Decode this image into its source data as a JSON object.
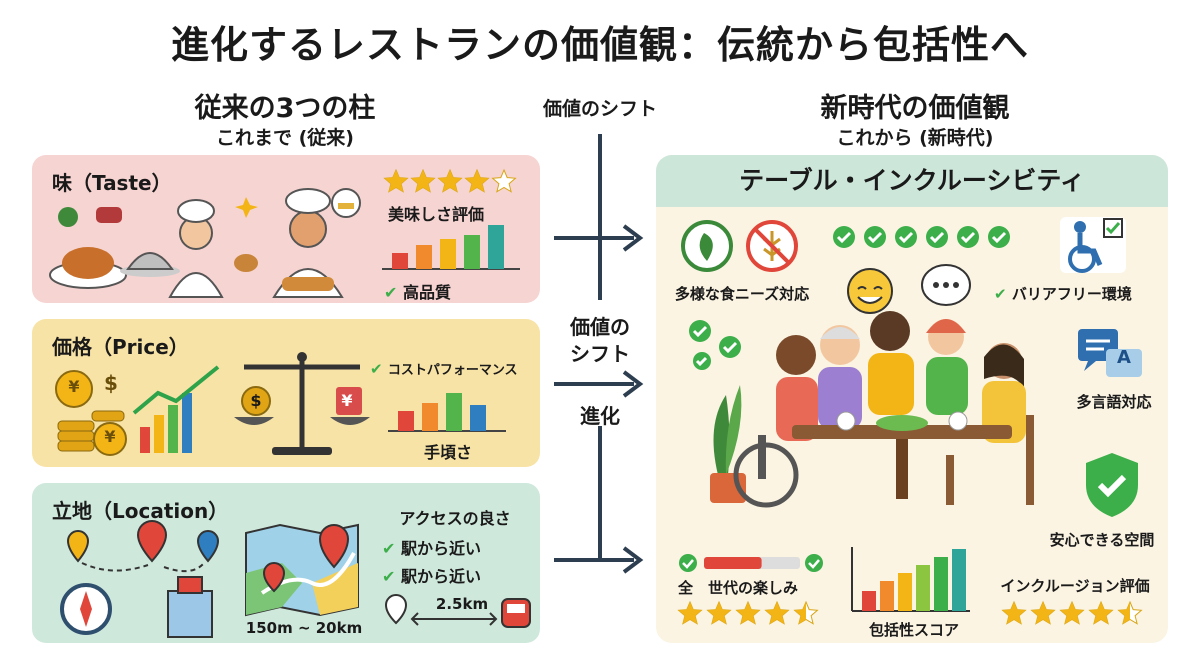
{
  "title": "進化するレストランの価値観：伝統から包括性へ",
  "left_column": {
    "heading": "従来の3つの柱",
    "subheading": "これまで (従来)",
    "cards": [
      {
        "label": "味（Taste）",
        "rating_caption": "美味しさ評価",
        "check_caption": "高品質",
        "stars": 4
      },
      {
        "label": "価格（Price）",
        "check_caption": "コストパフォーマンス",
        "bar_caption": "手頃さ",
        "currency_symbols": [
          "¥",
          "$",
          "¥"
        ]
      },
      {
        "label": "立地（Location）",
        "access_heading": "アクセスの良さ",
        "access_items": [
          "駅から近い",
          "駅から近い"
        ],
        "range_caption": "150m ~ 20km",
        "distance_caption": "2.5km"
      }
    ]
  },
  "middle": {
    "top_label": "価値のシフト",
    "center_label_1": "価値の",
    "center_label_2": "シフト",
    "center_label_3": "進化"
  },
  "right_column": {
    "heading": "新時代の価値観",
    "subheading": "これから (新時代)",
    "panel_title": "テーブル・インクルーシビティ",
    "features": {
      "diet": "多様な食ニーズ対応",
      "barrier_free": "バリアフリー環境",
      "multilingual": "多言語対応",
      "safe_space": "安心できる空間",
      "all_generations": "全　世代の楽しみ",
      "inclusivity_score": "包括性スコア",
      "inclusion_rating": "インクルージョン評価"
    },
    "translate_glyph": "A",
    "ratings": {
      "all_generations": 4.5,
      "inclusion_rating": 4.5
    }
  },
  "colors": {
    "taste_bg": "#f6d4d2",
    "price_bg": "#f8e3a6",
    "location_bg": "#cfe8dc",
    "panel_bg": "#fbf4e3",
    "panel_head": "#cde6da",
    "check": "#3cae4a",
    "star": "#f3b416",
    "arrow": "#2d3e50"
  }
}
